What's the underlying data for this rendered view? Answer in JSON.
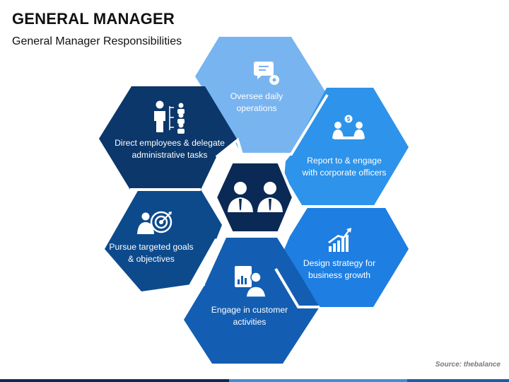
{
  "header": {
    "title": "GENERAL MANAGER",
    "subtitle": "General Manager Responsibilities"
  },
  "center": {
    "icon": "two-businessmen-icon"
  },
  "segments": [
    {
      "label": "Oversee daily operations",
      "icon": "chat-gear-icon",
      "color": "#78b4f0"
    },
    {
      "label": "Report to & engage with corporate officers",
      "icon": "meeting-table-icon",
      "color": "#2e93ea"
    },
    {
      "label": "Design strategy for business growth",
      "icon": "growth-chart-icon",
      "color": "#1e7ee2"
    },
    {
      "label": "Engage in customer activities",
      "icon": "customer-report-icon",
      "color": "#135eb2"
    },
    {
      "label": "Pursue targeted goals & objectives",
      "icon": "target-person-icon",
      "color": "#0d4a8c"
    },
    {
      "label": "Direct employees & delegate administrative tasks",
      "icon": "org-hierarchy-icon",
      "color": "#0b376a"
    }
  ],
  "footer": {
    "source": "Source: thebalance"
  },
  "colors": {
    "center": "#0a2a55",
    "bar": [
      "#0b2a52",
      "#3d8fd9",
      "#1a5ca8"
    ]
  }
}
